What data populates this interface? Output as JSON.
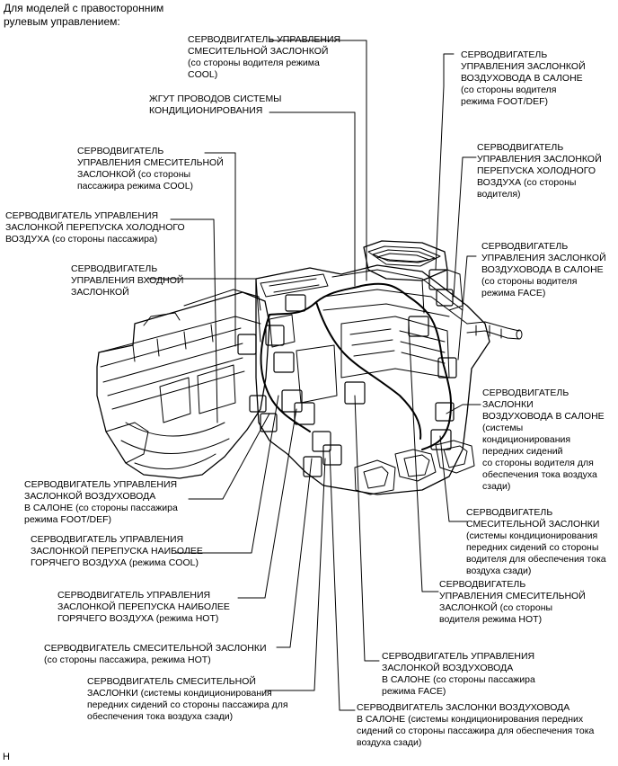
{
  "header": "Для моделей с правосторонним\nрулевым управлением:",
  "footer_code": "H",
  "labels": {
    "mix_driver_cool": "СЕРВОДВИГАТЕЛЬ УПРАВЛЕНИЯ\nСМЕСИТЕЛЬНОЙ ЗАСЛОНКОЙ\n(со стороны водителя режима\nCOOL)",
    "duct_driver_footdef": "СЕРВОДВИГАТЕЛЬ\nУПРАВЛЕНИЯ ЗАСЛОНКОЙ\nВОЗДУХОВОДА В САЛОНЕ\n(со стороны водителя\nрежима FOOT/DEF)",
    "wire_harness": "ЖГУТ ПРОВОДОВ СИСТЕМЫ\nКОНДИЦИОНИРОВАНИЯ",
    "mix_passenger_cool": "СЕРВОДВИГАТЕЛЬ\nУПРАВЛЕНИЯ СМЕСИТЕЛЬНОЙ\nЗАСЛОНКОЙ (со стороны\nпассажира режима COOL)",
    "cold_bypass_driver": "СЕРВОДВИГАТЕЛЬ\nУПРАВЛЕНИЯ ЗАСЛОНКОЙ\nПЕРЕПУСКА ХОЛОДНОГО\nВОЗДУХА (со стороны\nводителя)",
    "cold_bypass_passenger": "СЕРВОДВИГАТЕЛЬ УПРАВЛЕНИЯ\nЗАСЛОНКОЙ ПЕРЕПУСКА ХОЛОДНОГО\nВОЗДУХА (со стороны пассажира)",
    "duct_driver_face": "СЕРВОДВИГАТЕЛЬ\nУПРАВЛЕНИЯ ЗАСЛОНКОЙ\nВОЗДУХОВОДА В САЛОНЕ\n(со стороны водителя\nрежима FACE)",
    "inlet": "СЕРВОДВИГАТЕЛЬ\nУПРАВЛЕНИЯ ВХОДНОЙ\nЗАСЛОНКОЙ",
    "duct_rear_driver": "СЕРВОДВИГАТЕЛЬ\nЗАСЛОНКИ\nВОЗДУХОВОДА В САЛОНЕ\n(системы\nкондиционирования\nпередних сидений\nсо стороны водителя для\nобеспечения тока воздуха\nсзади)",
    "duct_passenger_footdef": "СЕРВОДВИГАТЕЛЬ УПРАВЛЕНИЯ\nЗАСЛОНКОЙ ВОЗДУХОВОДА\nВ САЛОНЕ (со стороны пассажира\nрежима FOOT/DEF)",
    "mix_rear_driver": "СЕРВОДВИГАТЕЛЬ\nСМЕСИТЕЛЬНОЙ ЗАСЛОНКИ\n(системы кондиционирования\nпередних сидений со стороны\nводителя для обеспечения тока\nвоздуха сзади)",
    "hot_bypass_cool": "СЕРВОДВИГАТЕЛЬ УПРАВЛЕНИЯ\nЗАСЛОНКОЙ ПЕРЕПУСКА НАИБОЛЕЕ\nГОРЯЧЕГО ВОЗДУХА (режима COOL)",
    "mix_driver_hot": "СЕРВОДВИГАТЕЛЬ\nУПРАВЛЕНИЯ СМЕСИТЕЛЬНОЙ\nЗАСЛОНКОЙ (со стороны\nводителя режима HOT)",
    "hot_bypass_hot": "СЕРВОДВИГАТЕЛЬ УПРАВЛЕНИЯ\nЗАСЛОНКОЙ ПЕРЕПУСКА НАИБОЛЕЕ\nГОРЯЧЕГО ВОЗДУХА (режима HOT)",
    "mix_passenger_hot": "СЕРВОДВИГАТЕЛЬ СМЕСИТЕЛЬНОЙ ЗАСЛОНКИ\n(со стороны пассажира, режима HOT)",
    "duct_passenger_face": "СЕРВОДВИГАТЕЛЬ УПРАВЛЕНИЯ\nЗАСЛОНКОЙ ВОЗДУХОВОДА\nВ САЛОНЕ (со стороны пассажира\nрежима FACE)",
    "mix_rear_passenger": "СЕРВОДВИГАТЕЛЬ СМЕСИТЕЛЬНОЙ\nЗАСЛОНКИ (системы кондиционирования\nпередних сидений со стороны пассажира для\nобеспечения тока воздуха сзади)",
    "duct_rear_passenger": "СЕРВОДВИГАТЕЛЬ ЗАСЛОНКИ ВОЗДУХОВОДА\nВ САЛОНЕ (системы кондиционирования передних\nсидений со стороны пассажира для обеспечения тока\nвоздуха сзади)"
  }
}
